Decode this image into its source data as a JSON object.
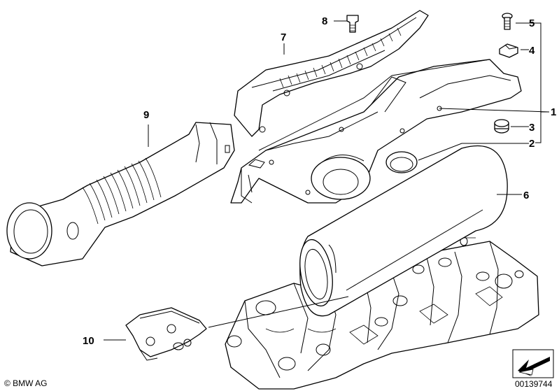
{
  "diagram": {
    "parts": [
      {
        "id": "1",
        "label": "1"
      },
      {
        "id": "2",
        "label": "2"
      },
      {
        "id": "3",
        "label": "3"
      },
      {
        "id": "4",
        "label": "4"
      },
      {
        "id": "5",
        "label": "5"
      },
      {
        "id": "6",
        "label": "6"
      },
      {
        "id": "7",
        "label": "7"
      },
      {
        "id": "8",
        "label": "8"
      },
      {
        "id": "9",
        "label": "9"
      },
      {
        "id": "10",
        "label": "10"
      }
    ],
    "copyright": "© BMW AG",
    "drawing_number": "00139744"
  }
}
